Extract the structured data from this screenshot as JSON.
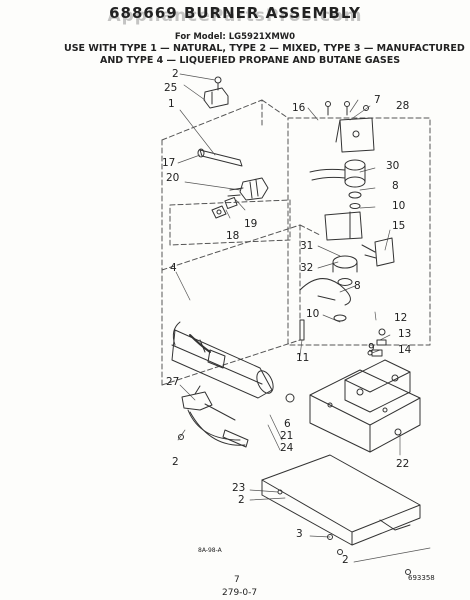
{
  "watermark": "AppliancePartsPros.com",
  "title": "688669 BURNER ASSEMBLY",
  "model": "For Model: LG5921XMW0",
  "usage_line1": "USE WITH TYPE 1 — NATURAL, TYPE 2 — MIXED, TYPE 3 — MANUFACTURED",
  "usage_line2": "AND TYPE 4 — LIQUEFIED PROPANE AND BUTANE GASES",
  "callouts": {
    "c2a": "2",
    "c25": "25",
    "c1": "1",
    "c17": "17",
    "c20": "20",
    "c19": "19",
    "c18": "18",
    "c4": "4",
    "c27": "27",
    "c2b": "2",
    "c6": "6",
    "c21": "21",
    "c24": "24",
    "c23": "23",
    "c2c": "2",
    "c3": "3",
    "c2d": "2",
    "c16": "16",
    "c7": "7",
    "c28": "28",
    "c30": "30",
    "c8a": "8",
    "c10a": "10",
    "c15": "15",
    "c31": "31",
    "c32": "32",
    "c8b": "8",
    "c10b": "10",
    "c11": "11",
    "c12": "12",
    "c13": "13",
    "c9": "9",
    "c14": "14",
    "c22": "22"
  },
  "figure_code": "8A-98-A",
  "page_number": "7",
  "date_note": "279-0-7",
  "doc_number": "693358"
}
